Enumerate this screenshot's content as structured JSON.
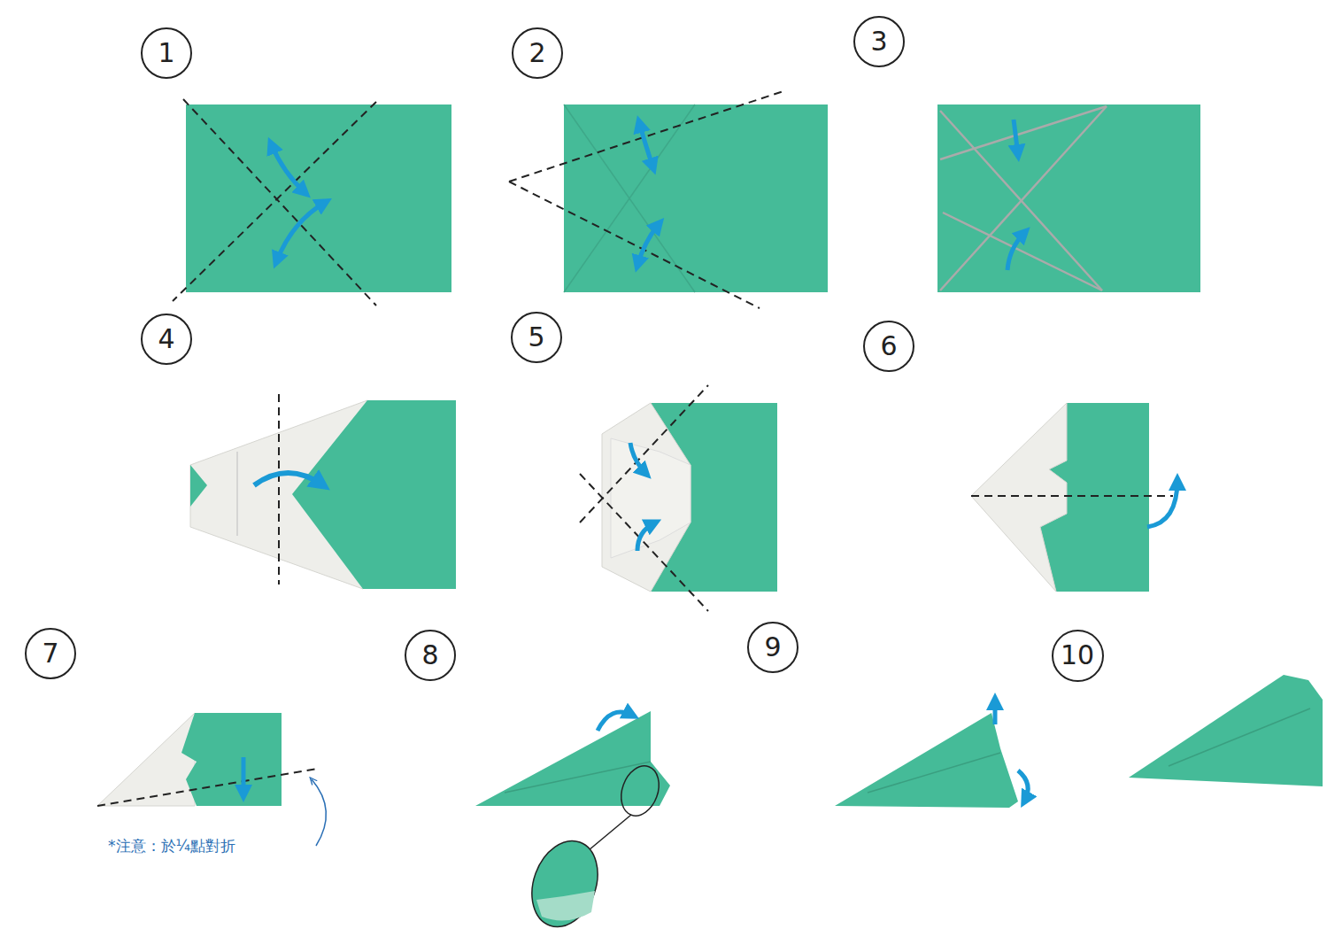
{
  "diagram": {
    "nodes": [
      {
        "text": [
          "1"
        ]
      },
      {
        "text": [
          "2"
        ]
      },
      {
        "text": [
          "3"
        ]
      },
      {
        "text": [
          "4"
        ]
      },
      {
        "text": [
          "5"
        ]
      },
      {
        "text": [
          "6"
        ]
      },
      {
        "text": [
          "7"
        ]
      },
      {
        "text": [
          "8"
        ]
      },
      {
        "text": [
          "9"
        ]
      },
      {
        "text": [
          "10"
        ]
      }
    ],
    "labels": [
      "*注意：於¼點對折"
    ]
  }
}
